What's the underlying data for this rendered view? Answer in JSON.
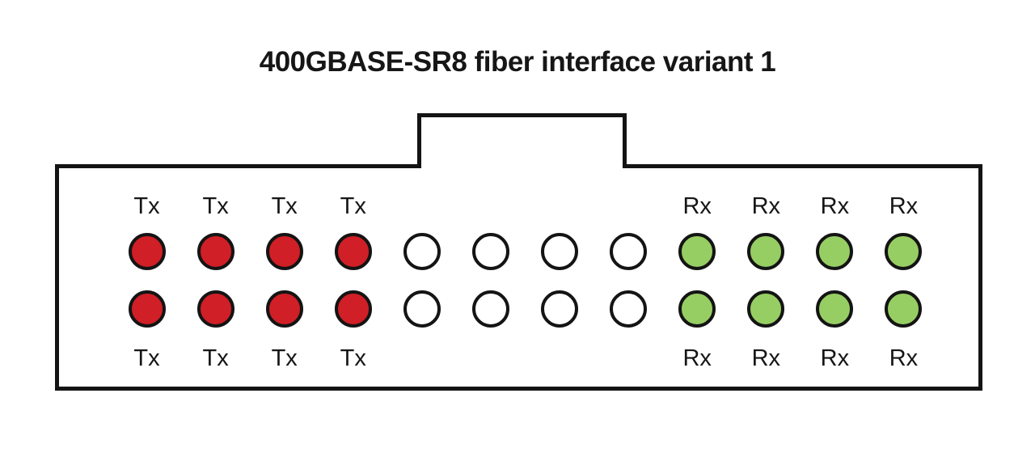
{
  "title": "400GBASE-SR8 fiber interface variant 1",
  "colors": {
    "tx_fill": "#d01f26",
    "rx_fill": "#97ce63",
    "unused_fill": "#ffffff",
    "outline": "#141414"
  },
  "connector": {
    "columns": 12,
    "top_labels": [
      "Tx",
      "Tx",
      "Tx",
      "Tx",
      "",
      "",
      "",
      "",
      "Rx",
      "Rx",
      "Rx",
      "Rx"
    ],
    "bottom_labels": [
      "Tx",
      "Tx",
      "Tx",
      "Tx",
      "",
      "",
      "",
      "",
      "Rx",
      "Rx",
      "Rx",
      "Rx"
    ],
    "rows": [
      {
        "name": "top-fiber-row",
        "pins": [
          "tx",
          "tx",
          "tx",
          "tx",
          "unused",
          "unused",
          "unused",
          "unused",
          "rx",
          "rx",
          "rx",
          "rx"
        ]
      },
      {
        "name": "bottom-fiber-row",
        "pins": [
          "tx",
          "tx",
          "tx",
          "tx",
          "unused",
          "unused",
          "unused",
          "unused",
          "rx",
          "rx",
          "rx",
          "rx"
        ]
      }
    ]
  }
}
